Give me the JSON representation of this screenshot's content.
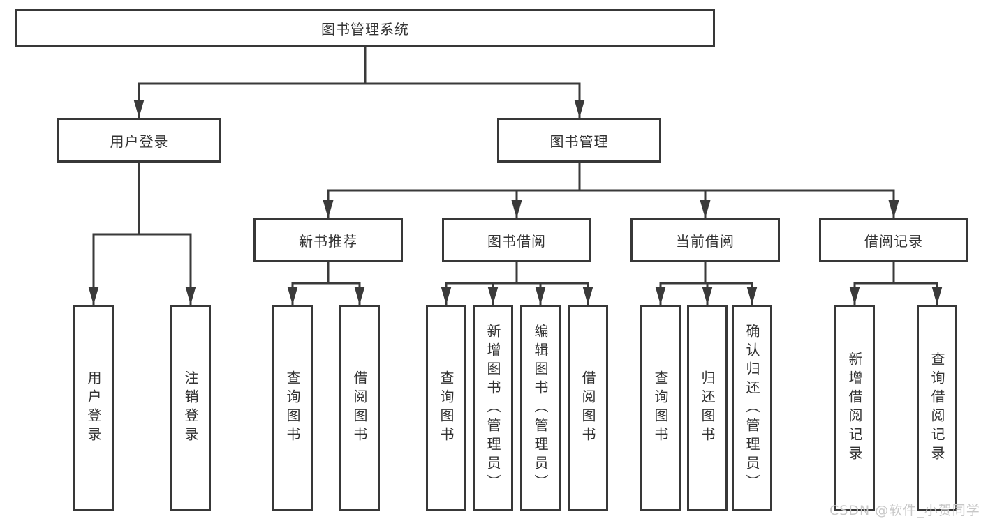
{
  "tree": {
    "root": "图书管理系统",
    "branches": [
      {
        "label": "用户登录",
        "children": [
          "用户登录",
          "注销登录"
        ]
      },
      {
        "label": "图书管理",
        "sections": [
          {
            "label": "新书推荐",
            "children": [
              "查询图书",
              "借阅图书"
            ]
          },
          {
            "label": "图书借阅",
            "children": [
              "查询图书",
              "新增图书（管理员）",
              "编辑图书（管理员）",
              "借阅图书"
            ]
          },
          {
            "label": "当前借阅",
            "children": [
              "查询图书",
              "归还图书",
              "确认归还（管理员）"
            ]
          },
          {
            "label": "借阅记录",
            "children": [
              "新增借阅记录",
              "查询借阅记录"
            ]
          }
        ]
      }
    ]
  },
  "watermark": {
    "text": "CSDN @软件_小贺同学"
  },
  "colors": {
    "line": "#3a3a3a",
    "box_border": "#383838",
    "text": "#333333",
    "watermark": "#c8c8c8",
    "background": "#ffffff"
  }
}
